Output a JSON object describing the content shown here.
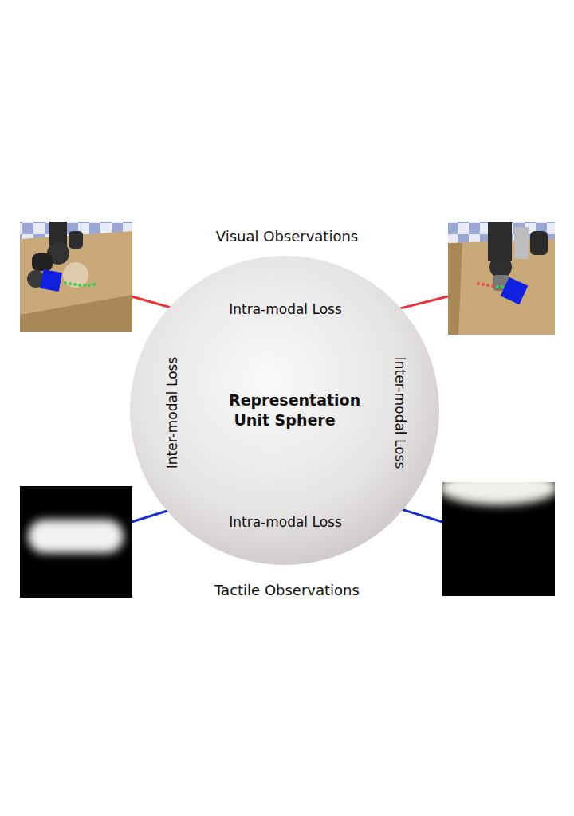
{
  "diagram": {
    "nodes": [
      {
        "text": [
          "Representation Unit Sphere"
        ]
      }
    ],
    "labels": [
      "Visual Observations",
      "Intra-modal Loss",
      "Inter-modal Loss",
      "Inter-modal Loss",
      "Intra-modal Loss",
      "Tactile Observations"
    ]
  }
}
